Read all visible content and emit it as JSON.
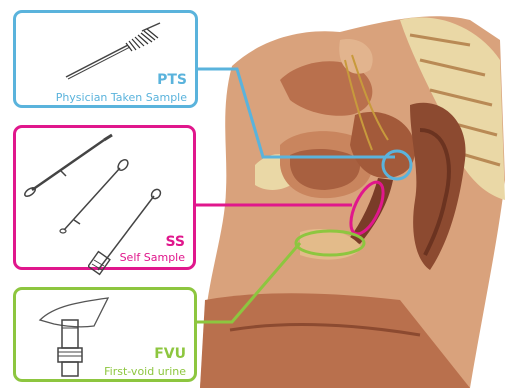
{
  "colors": {
    "pts": "#5ab3dc",
    "ss": "#e0178c",
    "fvu": "#8dc63f",
    "tissue_light": "#d9a27c",
    "tissue_mid": "#b9704d",
    "tissue_dark": "#8c4a30",
    "bone": "#ead8a6"
  },
  "panels": {
    "pts": {
      "abbr": "PTS",
      "full": "Physician Taken Sample",
      "icon": "cervical-brush-icon"
    },
    "ss": {
      "abbr": "SS",
      "full": "Self Sample",
      "icons": [
        "swab-tool-icon",
        "syringe-tool-icon",
        "applicator-tool-icon",
        "spatula-tool-icon"
      ]
    },
    "fvu": {
      "abbr": "FVU",
      "full": "First-void urine",
      "icon": "urine-collector-icon"
    }
  },
  "illustration": {
    "subject": "female-pelvis-sagittal-section-icon"
  }
}
